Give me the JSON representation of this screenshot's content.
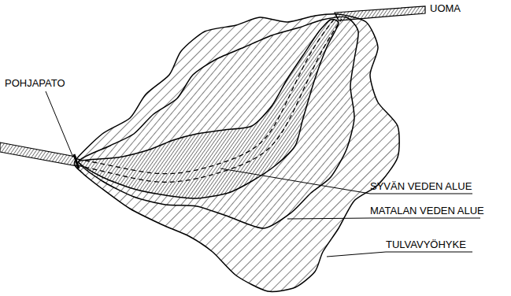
{
  "diagram": {
    "labels": [
      "UOMA",
      "POHJAPATO",
      "SYVÄN VEDEN ALUE",
      "MATALAN VEDEN ALUE",
      "TULVAVYÖHYKE"
    ]
  }
}
